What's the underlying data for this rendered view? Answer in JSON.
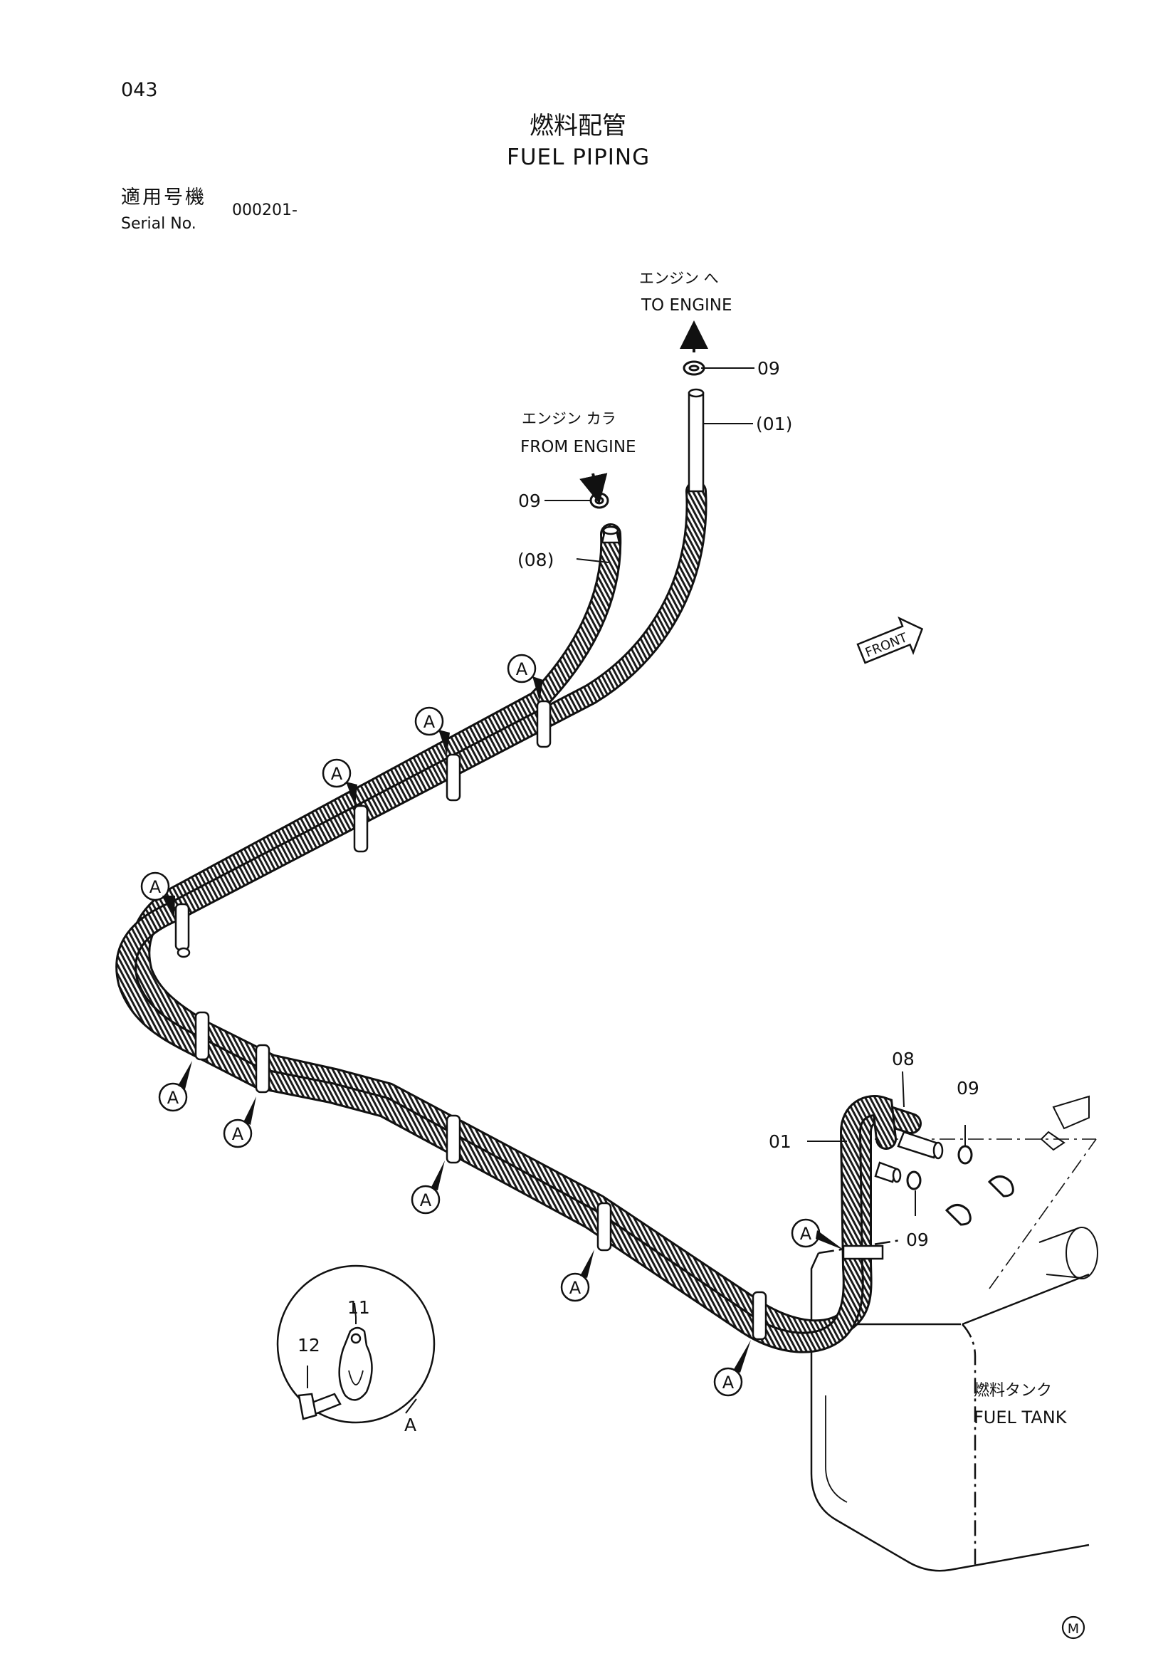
{
  "page_number": "043",
  "title_ja": "燃料配管",
  "title_en": "FUEL PIPING",
  "serial_label_ja": "適用号機",
  "serial_label_en": "Serial No.",
  "serial_value": "000201-",
  "to_engine_ja": "エンジン へ",
  "to_engine_en": "TO ENGINE",
  "from_engine_ja": "エンジン カラ",
  "from_engine_en": "FROM ENGINE",
  "front_label": "FRONT",
  "fuel_tank_ja": "燃料タンク",
  "fuel_tank_en": "FUEL TANK",
  "clamp_marker": "A",
  "detail_label": "A",
  "parts": {
    "p09": "09",
    "p01_ref": "(01)",
    "p08_ref": "(08)",
    "p01": "01",
    "p08": "08",
    "p11": "11",
    "p12": "12"
  },
  "mark": "M"
}
